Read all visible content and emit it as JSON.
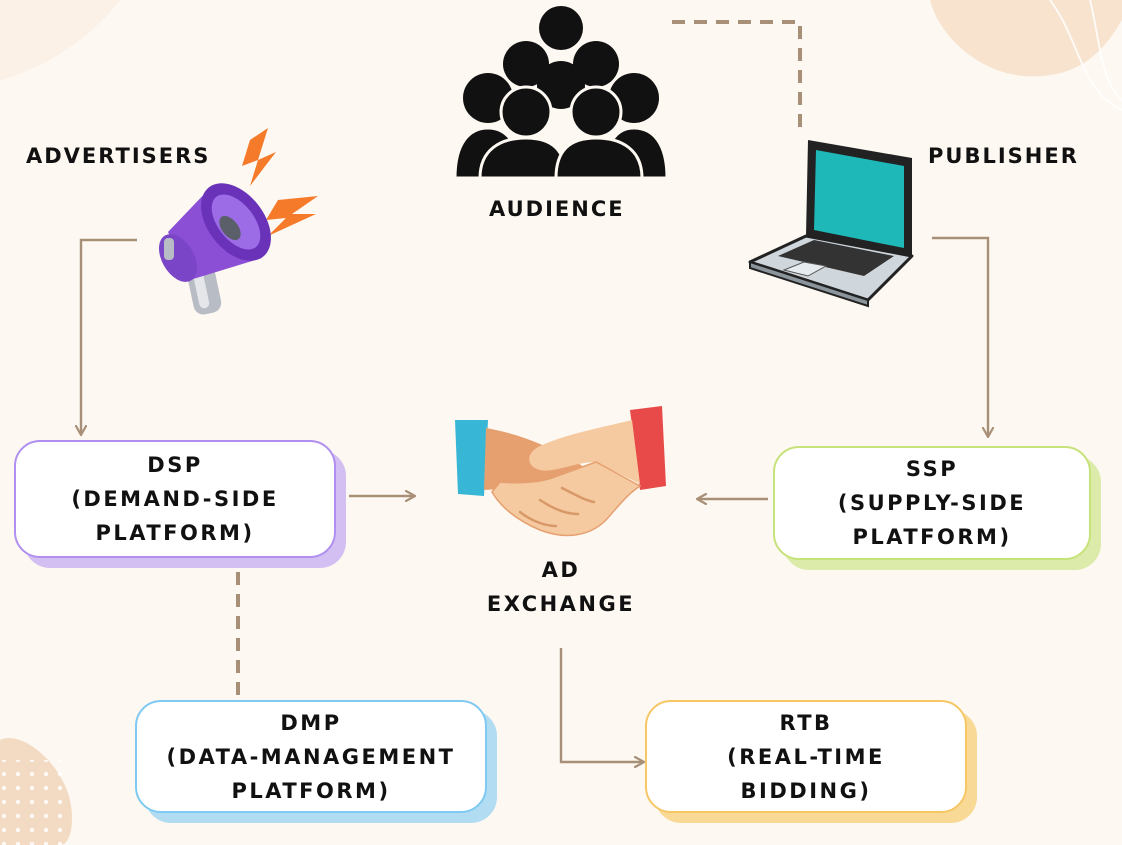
{
  "diagram": {
    "nodes": {
      "advertisers": {
        "label": "ADVERTISERS"
      },
      "audience": {
        "label": "AUDIENCE"
      },
      "publisher": {
        "label": "PUBLISHER"
      },
      "dsp": {
        "lines": [
          "DSP",
          "(DEMAND-SIDE",
          "PLATFORM)"
        ],
        "color": "#b08ff0"
      },
      "ssp": {
        "lines": [
          "SSP",
          "(SUPPLY-SIDE",
          "PLATFORM)"
        ],
        "color": "#c6e27a"
      },
      "dmp": {
        "lines": [
          "DMP",
          "(DATA-MANAGEMENT",
          "PLATFORM)"
        ],
        "color": "#7fc9f2"
      },
      "rtb": {
        "lines": [
          "RTB",
          "(REAL-TIME",
          "BIDDING)"
        ],
        "color": "#f7c766"
      },
      "ad_exchange": {
        "lines": [
          "AD",
          "EXCHANGE"
        ]
      }
    },
    "edges": [
      {
        "from": "advertisers",
        "to": "dsp",
        "style": "arrow"
      },
      {
        "from": "publisher",
        "to": "ssp",
        "style": "arrow"
      },
      {
        "from": "dsp",
        "to": "ad_exchange",
        "style": "arrow"
      },
      {
        "from": "ssp",
        "to": "ad_exchange",
        "style": "arrow"
      },
      {
        "from": "ad_exchange",
        "to": "rtb",
        "style": "arrow"
      },
      {
        "from": "dsp",
        "to": "dmp",
        "style": "dashed"
      },
      {
        "from": "audience",
        "to": "publisher",
        "style": "dashed"
      }
    ],
    "colors": {
      "background": "#fdf8f1",
      "connector": "#a88f78",
      "megaphone": "#8b4fd6",
      "laptop_screen": "#1fb8b8",
      "sleeve_left": "#38b6d6",
      "sleeve_right": "#e84a4a",
      "skin": "#f5caa0",
      "lightning": "#f57b2a"
    },
    "icons": [
      "megaphone-icon",
      "audience-icon",
      "laptop-icon",
      "handshake-icon"
    ]
  }
}
